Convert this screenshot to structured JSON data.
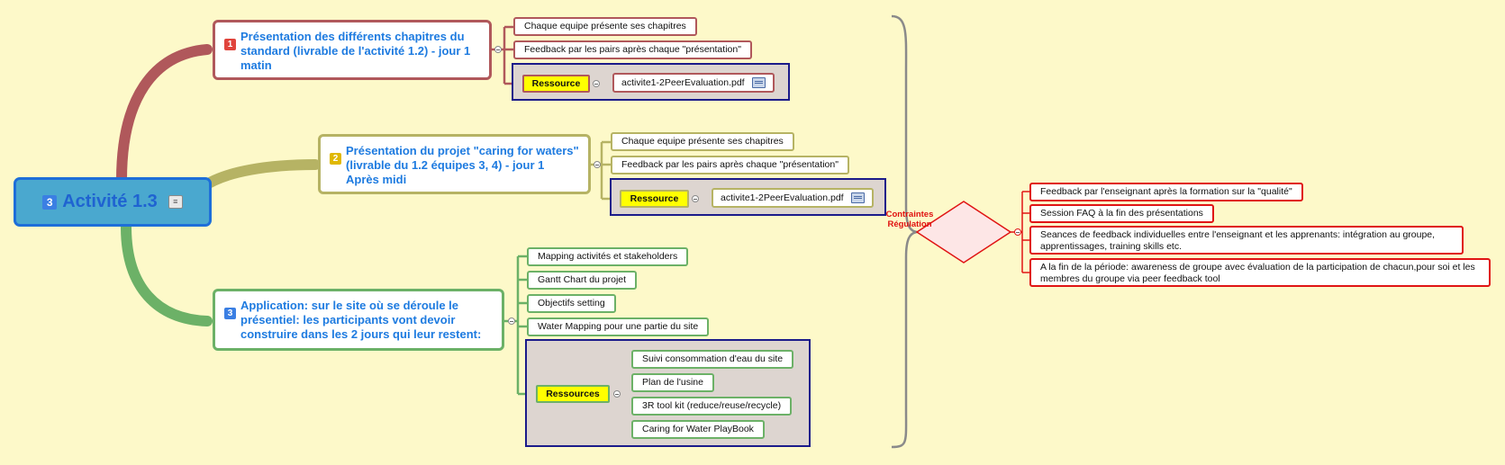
{
  "colors": {
    "background": "#fdf9c9",
    "branch1": "#b0585b",
    "branch2": "#b6b364",
    "branch3": "#6cb167",
    "regulation": "#e01414",
    "resource_fill": "#ffff00",
    "resource_box": "#1b1b8a"
  },
  "root": {
    "badge": "3",
    "title": "Activité 1.3",
    "note_icon": "note-icon"
  },
  "topics": [
    {
      "badge": "1",
      "title": "Présentation des différents chapitres du standard (livrable de l'activité 1.2) - jour 1 matin",
      "items": [
        "Chaque equipe présente ses chapitres",
        "Feedback par les pairs après chaque \"présentation\""
      ],
      "resource": {
        "label": "Ressource",
        "file": "activite1-2PeerEvaluation.pdf"
      }
    },
    {
      "badge": "2",
      "title": "Présentation du projet \"caring for waters\" (livrable du 1.2 équipes 3, 4) - jour 1 Après midi",
      "items": [
        "Chaque equipe présente ses chapitres",
        "Feedback par les pairs après chaque \"présentation\""
      ],
      "resource": {
        "label": "Ressource",
        "file": "activite1-2PeerEvaluation.pdf"
      }
    },
    {
      "badge": "3",
      "title": "Application: sur le site où se déroule le présentiel: les participants vont devoir construire dans les 2 jours qui leur restent:",
      "items": [
        "Mapping activités et stakeholders",
        "Gantt Chart du projet",
        "Objectifs setting",
        "Water Mapping pour une partie du site"
      ],
      "resources": {
        "label": "Ressources",
        "items": [
          "Suivi consommation d'eau du site",
          "Plan de l'usine",
          "3R tool kit (reduce/reuse/recycle)",
          "Caring for Water PlayBook"
        ]
      }
    }
  ],
  "regulation": {
    "title": "Contraintes Régulation",
    "items": [
      "Feedback par l'enseignant après la formation sur  la \"qualité\"",
      "Session FAQ à la fin des présentations",
      "Seances de feedback individuelles entre l'enseignant et les apprenants: intégration au groupe, apprentissages, training skills etc.",
      "A la fin de la période: awareness de groupe avec évaluation de la participation de chacun,pour soi et les membres du groupe via peer feedback tool"
    ]
  }
}
